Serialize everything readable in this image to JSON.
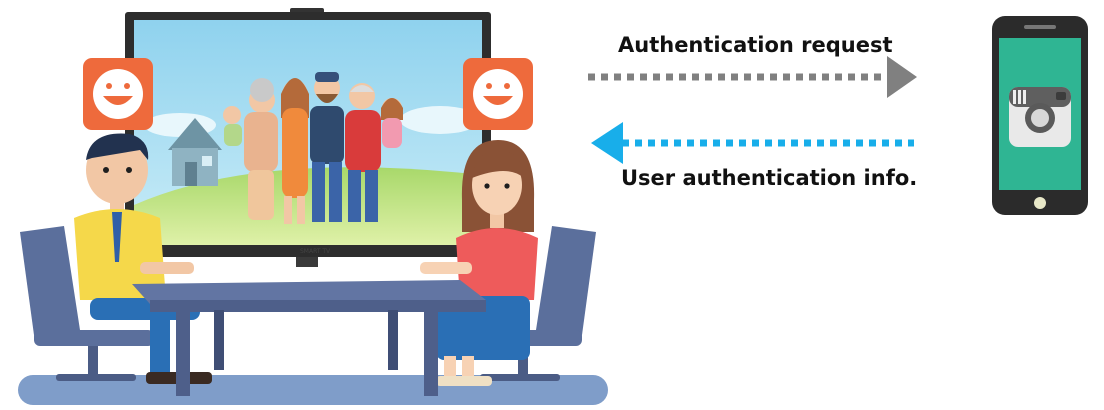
{
  "arrows": {
    "request_label": "Authentication request",
    "info_label": "User authentication info."
  },
  "tv": {
    "brand": "SMART TV"
  },
  "colors": {
    "request_arrow": "#808080",
    "info_arrow": "#18aeea",
    "phone_body": "#2b2b2b",
    "phone_screen": "#2fb593",
    "app_icon": "#ee6a3c"
  },
  "icons": {
    "app_left": "smiley-face-icon",
    "app_right": "smiley-face-icon",
    "phone_app": "camera-icon"
  }
}
